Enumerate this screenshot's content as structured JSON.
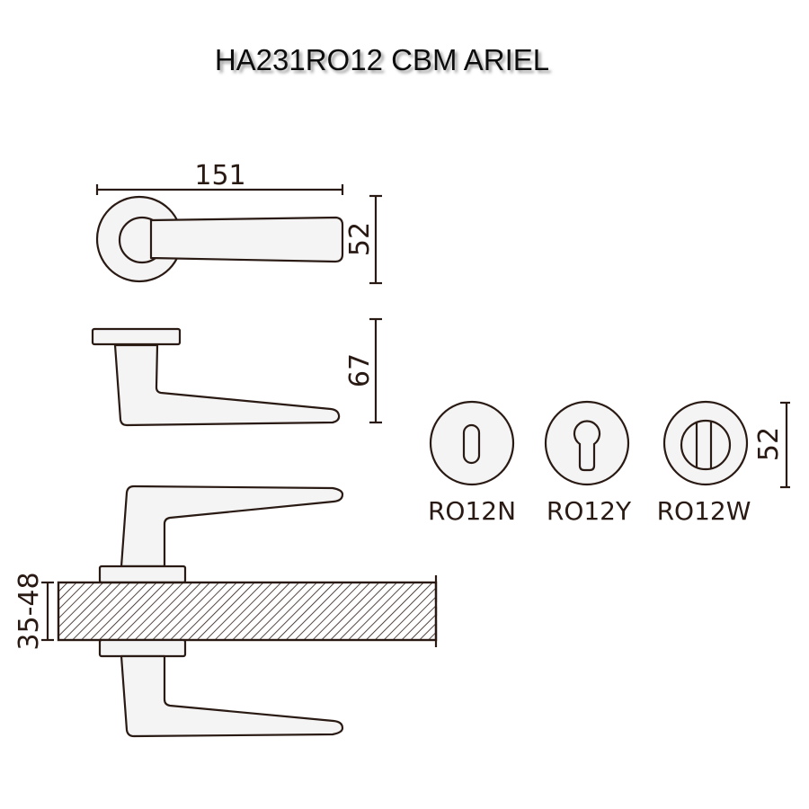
{
  "title": "HA231RO12 CBM ARIEL",
  "dimensions": {
    "lever_length": "151",
    "rosette_diameter_top": "52",
    "lever_height": "67",
    "door_thickness": "35-48",
    "rosette_diameter_right": "52"
  },
  "rosettes": [
    {
      "label": "RO12N",
      "type": "key-slot"
    },
    {
      "label": "RO12Y",
      "type": "profile-cylinder"
    },
    {
      "label": "RO12W",
      "type": "wc-turn"
    }
  ],
  "colors": {
    "line": "#2a1a14",
    "fill": "#f4f4f4"
  }
}
